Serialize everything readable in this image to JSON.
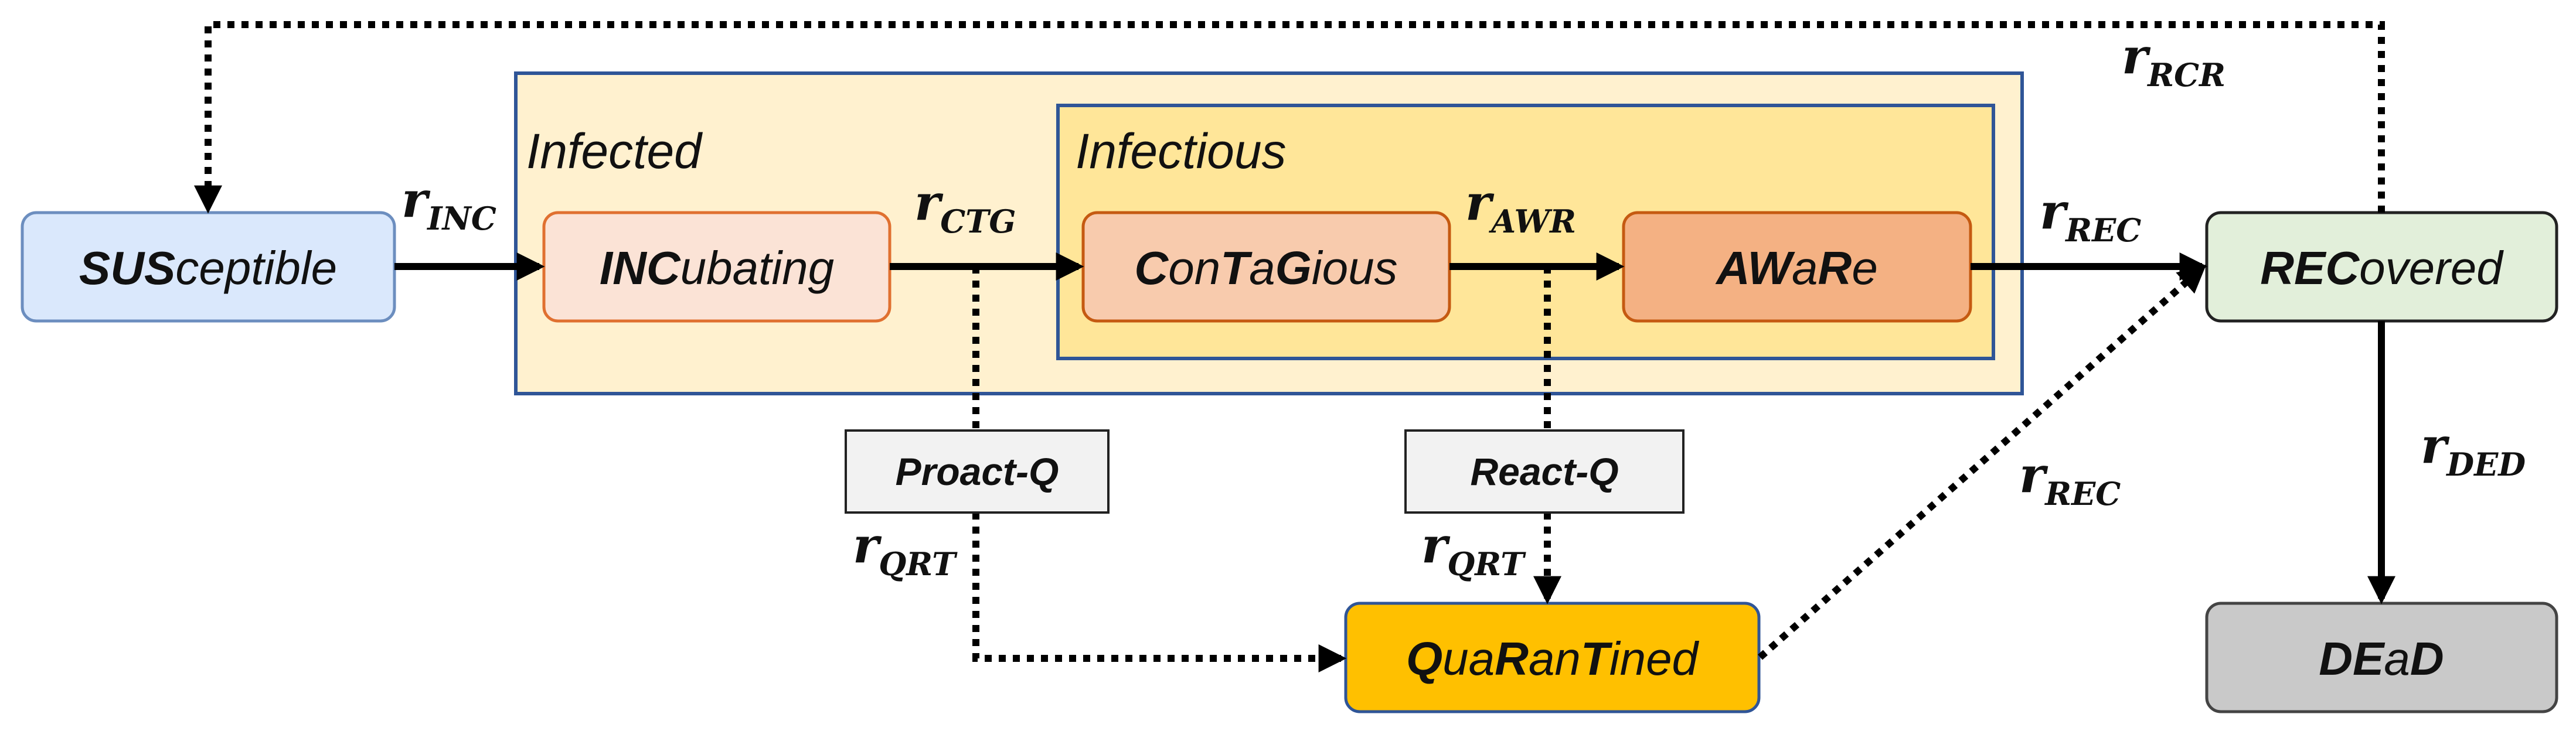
{
  "colors": {
    "susceptible_fill": "#dae8fc",
    "susceptible_stroke": "#6c8ebf",
    "infected_fill": "#fff1cf",
    "infected_stroke": "#2f5597",
    "infectious_fill": "#ffe699",
    "infectious_stroke": "#2f5597",
    "incubating_fill": "#fbe3d6",
    "incubating_stroke": "#e07030",
    "contagious_fill": "#f8cbad",
    "contagious_stroke": "#c55a11",
    "aware_fill": "#f4b183",
    "aware_stroke": "#c55a11",
    "recovered_fill": "#e2efda",
    "recovered_stroke": "#222222",
    "dead_fill": "#c9c9c9",
    "dead_stroke": "#444444",
    "quarantined_fill": "#ffc000",
    "quarantined_stroke": "#2f5597",
    "policy_fill": "#f2f2f2",
    "policy_stroke": "#222222"
  },
  "groups": {
    "infected": "Infected",
    "infectious": "Infectious"
  },
  "states": {
    "susceptible": [
      {
        "t": "SUS",
        "b": true
      },
      {
        "t": "ceptible",
        "b": false
      }
    ],
    "incubating": [
      {
        "t": "INC",
        "b": true
      },
      {
        "t": "ubating",
        "b": false
      }
    ],
    "contagious": [
      {
        "t": "C",
        "b": true
      },
      {
        "t": "on",
        "b": false
      },
      {
        "t": "T",
        "b": true
      },
      {
        "t": "a",
        "b": false
      },
      {
        "t": "G",
        "b": true
      },
      {
        "t": "ious",
        "b": false
      }
    ],
    "aware": [
      {
        "t": "AW",
        "b": true
      },
      {
        "t": "a",
        "b": false
      },
      {
        "t": "R",
        "b": true
      },
      {
        "t": "e",
        "b": false
      }
    ],
    "recovered": [
      {
        "t": "REC",
        "b": true
      },
      {
        "t": "overed",
        "b": false
      }
    ],
    "dead": [
      {
        "t": "DE",
        "b": true
      },
      {
        "t": "a",
        "b": false
      },
      {
        "t": "D",
        "b": true
      }
    ],
    "quarantined": [
      {
        "t": "Q",
        "b": true
      },
      {
        "t": "ua",
        "b": false
      },
      {
        "t": "R",
        "b": true
      },
      {
        "t": "an",
        "b": false
      },
      {
        "t": "T",
        "b": true
      },
      {
        "t": "ined",
        "b": false
      }
    ]
  },
  "policies": {
    "proact_q": "Proact-Q",
    "react_q": "React-Q"
  },
  "rates": {
    "symbol": "r",
    "inc": "INC",
    "ctg": "CTG",
    "awr": "AWR",
    "rec_main": "REC",
    "rec_quarantine": "REC",
    "rcr": "RCR",
    "ded": "DED",
    "qrt_proact": "QRT",
    "qrt_react": "QRT"
  }
}
